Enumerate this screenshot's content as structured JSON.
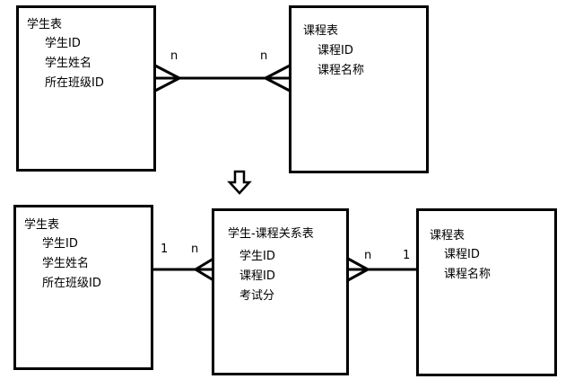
{
  "colors": {
    "line": "#000000",
    "background": "#ffffff"
  },
  "top": {
    "student": {
      "title": "学生表",
      "attrs": [
        "学生ID",
        "学生姓名",
        "所在班级ID"
      ]
    },
    "course": {
      "title": "课程表",
      "attrs": [
        "课程ID",
        "课程名称"
      ]
    },
    "relation": {
      "left_card": "n",
      "right_card": "n"
    }
  },
  "transform_arrow": "down-arrow-icon",
  "bottom": {
    "student": {
      "title": "学生表",
      "attrs": [
        "学生ID",
        "学生姓名",
        "所在班级ID"
      ]
    },
    "junction": {
      "title": "学生-课程关系表",
      "attrs": [
        "学生ID",
        "课程ID",
        "考试分"
      ]
    },
    "course": {
      "title": "课程表",
      "attrs": [
        "课程ID",
        "课程名称"
      ]
    },
    "left_relation": {
      "one_card": "1",
      "many_card": "n"
    },
    "right_relation": {
      "many_card": "n",
      "one_card": "1"
    }
  }
}
